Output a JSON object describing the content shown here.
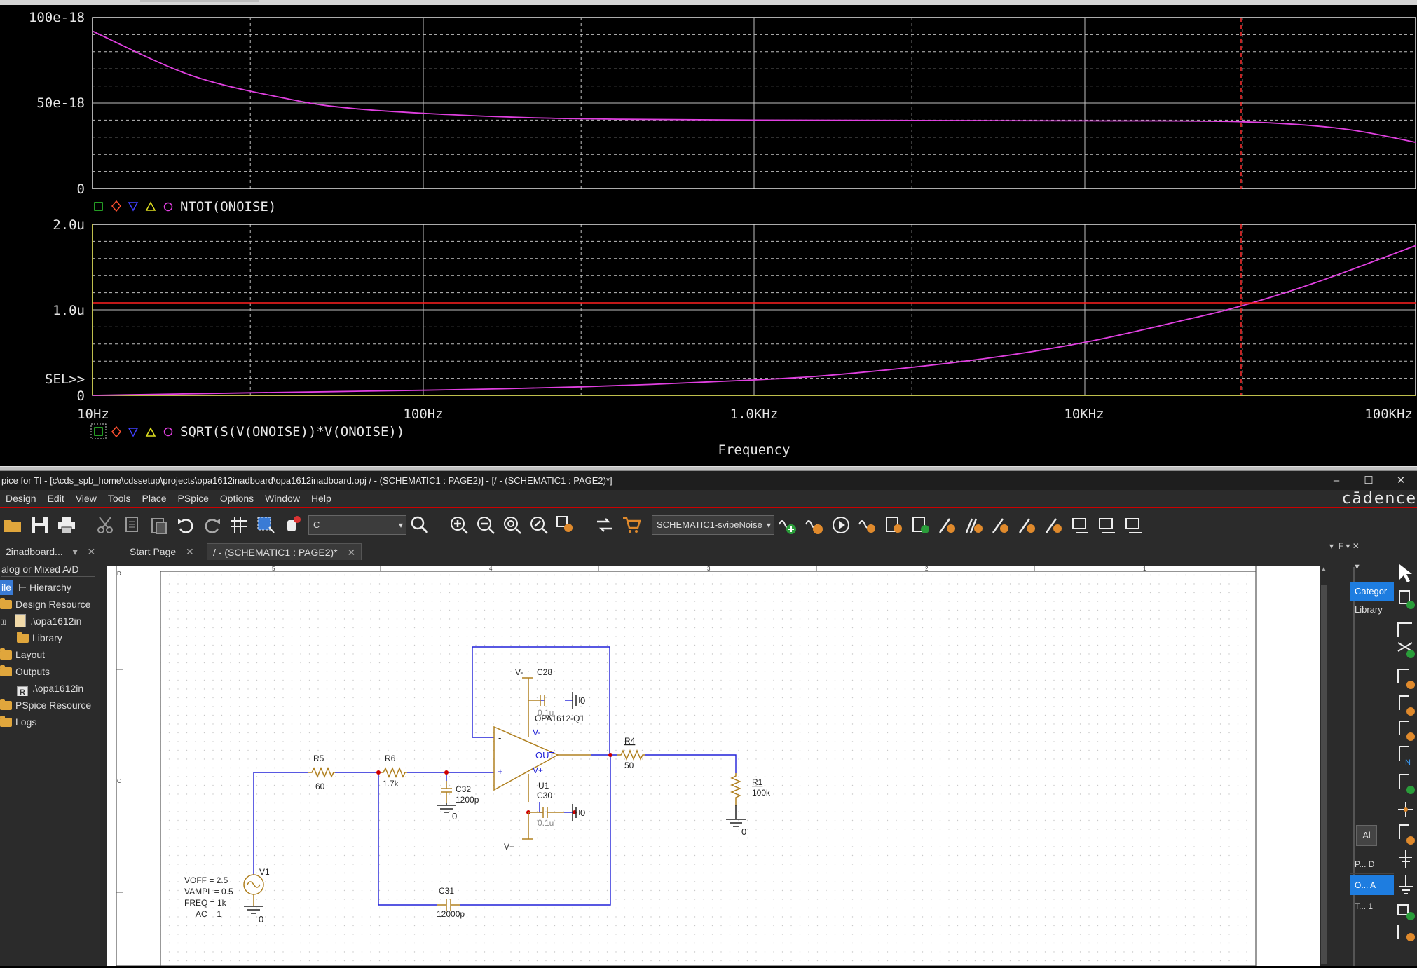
{
  "plot": {
    "upper": {
      "y_ticks": [
        "100e-18",
        "50e-18",
        "0"
      ],
      "trace_label": "NTOT(ONOISE)"
    },
    "lower": {
      "y_ticks": [
        "2.0u",
        "1.0u",
        "0"
      ],
      "sel_marker": "SEL>>",
      "trace_label": "SQRT(S(V(ONOISE))*V(ONOISE))"
    },
    "x_ticks": [
      "10Hz",
      "100Hz",
      "1.0KHz",
      "10KHz",
      "100KHz"
    ],
    "x_label": "Frequency",
    "trace_color": "#e040e0"
  },
  "chart_data": [
    {
      "type": "line",
      "x_scale": "log",
      "xlim": [
        10,
        100000
      ],
      "ylim": [
        0,
        1e-16
      ],
      "x": [
        10,
        20,
        40,
        60,
        100,
        200,
        400,
        1000,
        3000,
        10000,
        30000,
        60000,
        100000
      ],
      "series": [
        {
          "name": "NTOT(ONOISE)",
          "values": [
            9.2e-17,
            6.6e-17,
            5.2e-17,
            4.7e-17,
            4.4e-17,
            4.15e-17,
            4.05e-17,
            4e-17,
            3.98e-17,
            3.96e-17,
            3.9e-17,
            3.5e-17,
            2.7e-17
          ]
        }
      ],
      "cursor_x": 30000
    },
    {
      "type": "line",
      "x_scale": "log",
      "xlim": [
        10,
        100000
      ],
      "ylim": [
        0,
        2e-06
      ],
      "x": [
        10,
        30,
        100,
        300,
        1000,
        2000,
        5000,
        10000,
        20000,
        30000,
        50000,
        100000
      ],
      "series": [
        {
          "name": "SQRT(S(V(ONOISE))*V(ONOISE))",
          "values": [
            0.0,
            3e-08,
            6e-08,
            1e-07,
            1.8e-07,
            2.6e-07,
            4.3e-07,
            6.2e-07,
            8.8e-07,
            1.05e-06,
            1.32e-06,
            1.75e-06
          ]
        }
      ],
      "cursor_x": 30000,
      "cursor_y": 1.08e-06
    }
  ],
  "window": {
    "title": "pice for TI - [c\\cds_spb_home\\cdssetup\\projects\\opa1612inadboard\\opa1612inadboard.opj / - (SCHEMATIC1 : PAGE2)] - [/ - (SCHEMATIC1 : PAGE2)*]",
    "minimize": "–",
    "maximize": "☐",
    "close": "✕",
    "brand": "cādence"
  },
  "menu": [
    "Design",
    "Edit",
    "View",
    "Tools",
    "Place",
    "PSpice",
    "Options",
    "Window",
    "Help"
  ],
  "toolbar": {
    "search_value": "C",
    "profile": "SCHEMATIC1-svipeNoise"
  },
  "tabs": {
    "project_tab": "2inadboard...",
    "start_page": "Start Page",
    "active_page": "/ - (SCHEMATIC1 : PAGE2)*",
    "close": "✕",
    "pin": "▾"
  },
  "left_panel": {
    "header": "alog or Mixed A/D",
    "view_tab_file": "ile",
    "view_tab_hierarchy": "Hierarchy",
    "items": [
      {
        "label": "Design Resource",
        "icon": "folder"
      },
      {
        "label": ".\\opa1612in",
        "icon": "doc"
      },
      {
        "label": "Library",
        "icon": "folder"
      },
      {
        "label": "Layout",
        "icon": "folder"
      },
      {
        "label": "Outputs",
        "icon": "folder"
      },
      {
        "label": ".\\opa1612in",
        "icon": "report"
      },
      {
        "label": "PSpice Resource",
        "icon": "folder"
      },
      {
        "label": "Logs",
        "icon": "folder"
      }
    ]
  },
  "right_panel": {
    "header": "F",
    "category_tab": "Categor",
    "library_tab": "Library",
    "filter_value": "Al",
    "rows": [
      "P...  D",
      "O...  A",
      "T...  1"
    ]
  },
  "schematic": {
    "border_numbers": [
      "5",
      "4",
      "3",
      "2",
      "1"
    ],
    "border_letters": [
      "D",
      "C"
    ],
    "components": {
      "r5": {
        "ref": "R5",
        "value": "60"
      },
      "r6": {
        "ref": "R6",
        "value": "1.7k"
      },
      "r4": {
        "ref": "R4",
        "value": "50"
      },
      "r1": {
        "ref": "R1",
        "value": "100k"
      },
      "c28": {
        "ref": "C28",
        "value": "0.1u"
      },
      "c30": {
        "ref": "C30",
        "value": "0.1u"
      },
      "c32": {
        "ref": "C32",
        "value": "1200p"
      },
      "c31": {
        "ref": "C31",
        "value": "12000p"
      },
      "u1": {
        "ref": "U1",
        "part": "OPA1612-Q1",
        "vminus": "V-",
        "vplus": "V+",
        "out": "OUT",
        "minus": "-",
        "plus": "+"
      },
      "v1": {
        "ref": "V1",
        "voff": "VOFF = 2.5",
        "vampl": "VAMPL = 0.5",
        "freq": "FREQ = 1k",
        "ac": "AC = 1"
      }
    },
    "net_labels": {
      "vminus": "V-",
      "vplus": "V+",
      "gnd": "0"
    }
  }
}
